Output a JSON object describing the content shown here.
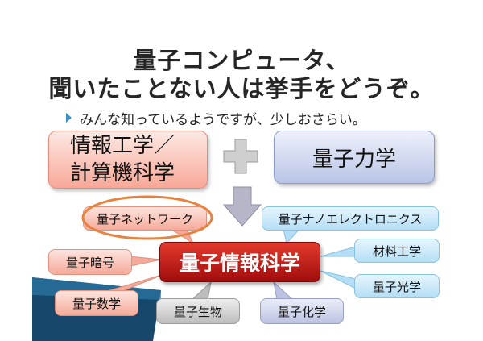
{
  "title": {
    "line1": "量子コンピュータ、",
    "line2": "聞いたことない人は挙手をどうぞ。"
  },
  "bullet": "みんな知っているようですが、少しおさらい。",
  "boxes": {
    "info_line1": "情報工学／",
    "info_line2": "計算機科学",
    "quantum_mechanics": "量子力学",
    "center": "量子情報科学"
  },
  "callouts": {
    "network": "量子ネットワーク",
    "nanoelectronics": "量子ナノエレクトロニクス",
    "cryptography": "量子暗号",
    "materials": "材料工学",
    "optics": "量子光学",
    "mathematics": "量子数学",
    "biology": "量子生物",
    "chemistry": "量子化学"
  },
  "colors": {
    "center_fill": "#c0201a",
    "plus": "#b3b3b3",
    "arrow": "#8c8ca8",
    "highlight_ellipse": "#e8823c",
    "bullet": "#3a8ec6",
    "decor": "#16466a"
  },
  "icons": [
    "plus-icon",
    "down-arrow-icon",
    "bullet-triangle-icon"
  ]
}
